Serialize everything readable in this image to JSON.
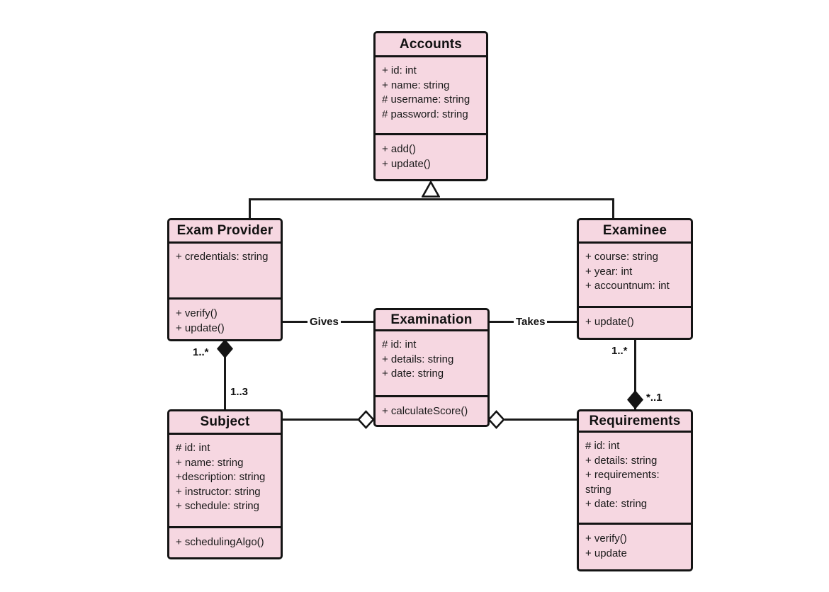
{
  "diagram": {
    "type": "uml-class-diagram",
    "colors": {
      "class_fill": "#f6d7e1",
      "border": "#141414",
      "line": "#1a1a1a",
      "background": "#ffffff"
    },
    "classes": [
      {
        "name": "Accounts",
        "attributes": [
          "+ id: int",
          "+ name: string",
          "# username: string",
          "# password: string"
        ],
        "methods": [
          "+ add()",
          "+ update()"
        ]
      },
      {
        "name": "Exam Provider",
        "attributes": [
          "+ credentials: string"
        ],
        "methods": [
          "+ verify()",
          "+ update()"
        ]
      },
      {
        "name": "Examinee",
        "attributes": [
          "+ course: string",
          "+ year: int",
          "+ accountnum: int"
        ],
        "methods": [
          "+ update()"
        ]
      },
      {
        "name": "Examination",
        "attributes": [
          "# id: int",
          "+ details: string",
          "+ date: string"
        ],
        "methods": [
          "+ calculateScore()"
        ]
      },
      {
        "name": "Subject",
        "attributes": [
          "# id: int",
          "+ name: string",
          "+description: string",
          "+ instructor: string",
          "+ schedule: string"
        ],
        "methods": [
          "+ schedulingAlgo()"
        ]
      },
      {
        "name": "Requirements",
        "attributes": [
          "# id: int",
          "+ details: string",
          "+ requirements: string",
          "+ date: string"
        ],
        "methods": [
          "+ verify()",
          "+ update"
        ]
      }
    ],
    "relationships": {
      "gives_label": "Gives",
      "takes_label": "Takes",
      "provider_subject_upper_mult": "1..*",
      "provider_subject_lower_mult": "1..3",
      "examinee_requirements_upper_mult": "1..*",
      "examinee_requirements_lower_mult": "*..1"
    }
  }
}
